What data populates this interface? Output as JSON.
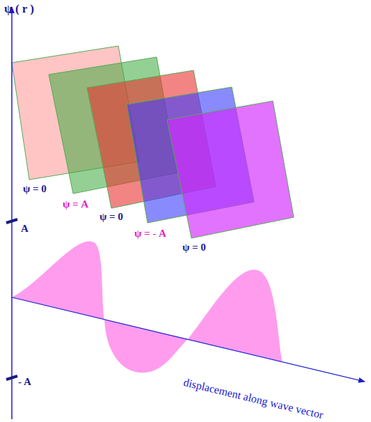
{
  "diagram": {
    "labels": [
      "ψ ( r )",
      "A",
      "- A",
      "ψ = 0",
      "ψ = A",
      "ψ = 0",
      "ψ = - A",
      "ψ = 0",
      "displacement along wave vector"
    ]
  }
}
